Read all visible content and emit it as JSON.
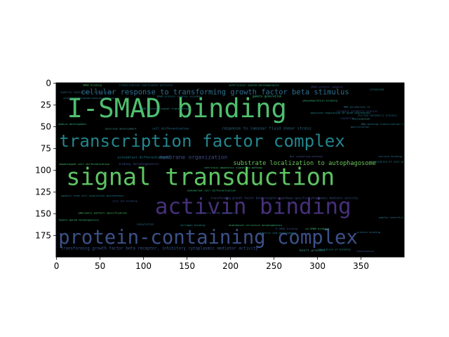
{
  "chart_data": {
    "type": "other",
    "xlim": [
      -0.5,
      399.5
    ],
    "ylim": [
      199.5,
      -0.5
    ],
    "x_ticks": [
      0,
      50,
      100,
      150,
      200,
      250,
      300,
      350
    ],
    "y_ticks": [
      0,
      25,
      50,
      75,
      100,
      125,
      150,
      175
    ],
    "x_tick_labels": [
      "0",
      "50",
      "100",
      "150",
      "200",
      "250",
      "300",
      "350"
    ],
    "y_tick_labels": [
      "0",
      "25",
      "50",
      "75",
      "100",
      "125",
      "150",
      "175"
    ],
    "background": "#000000",
    "words": [
      {
        "text": "I-SMAD binding",
        "x": 12,
        "y": 39,
        "size": 30,
        "color": "#4fbf6f"
      },
      {
        "text": "transcription factor complex",
        "x": 3,
        "y": 73,
        "size": 19.5,
        "color": "#23858d"
      },
      {
        "text": "signal transduction",
        "x": 11,
        "y": 117,
        "size": 27,
        "color": "#5dc463"
      },
      {
        "text": "activin binding",
        "x": 113,
        "y": 150,
        "size": 25,
        "color": "#46307a"
      },
      {
        "text": "protein-containing complex",
        "x": 2,
        "y": 184,
        "size": 22,
        "color": "#3c5189"
      },
      {
        "text": "cellular response to transforming growth factor beta stimulus",
        "x": 28,
        "y": 13,
        "size": 8.4,
        "color": "#2d6f8e"
      },
      {
        "text": "substrate localization to autophagosome",
        "x": 203,
        "y": 94,
        "size": 7,
        "color": "#6cc45c"
      },
      {
        "text": "membrane organization",
        "x": 118,
        "y": 87,
        "size": 6.2,
        "color": "#3b4b89"
      },
      {
        "text": "response to laminar fluid shear stress",
        "x": 190,
        "y": 53,
        "size": 4.5,
        "color": "#2c6f8d"
      },
      {
        "text": "kidney morphogenesis",
        "x": 72,
        "y": 94,
        "size": 3.8,
        "color": "#3e4a88"
      },
      {
        "text": "osteoblast differentiation",
        "x": 70,
        "y": 86,
        "size": 3.8,
        "color": "#277f8e"
      },
      {
        "text": "transforming growth factor beta receptor, inhibitory cytoplasmic mediator activity",
        "x": 5,
        "y": 191,
        "size": 4.6,
        "color": "#3a5589"
      },
      {
        "text": "heart process",
        "x": 279,
        "y": 193,
        "size": 3.8,
        "color": "#3b8f8b"
      },
      {
        "text": "SMAD protein complex",
        "x": 292,
        "y": 5,
        "size": 3.1,
        "color": "#3f4788"
      },
      {
        "text": "cell differentiation",
        "x": 110,
        "y": 53,
        "size": 3.5,
        "color": "#2c718e"
      },
      {
        "text": "gamete generation",
        "x": 225,
        "y": 16,
        "size": 3.3,
        "color": "#35b779"
      },
      {
        "text": "SMAD protein complex assembly",
        "x": 115,
        "y": 16,
        "size": 3,
        "color": "#287d8e"
      },
      {
        "text": "phosphoprotein binding",
        "x": 283,
        "y": 21,
        "size": 3,
        "color": "#3aba76"
      },
      {
        "text": "SMAD binding",
        "x": 30,
        "y": 3,
        "size": 3,
        "color": "#4ac16d"
      },
      {
        "text": "transcription coactivator activity",
        "x": 72,
        "y": 3,
        "size": 3,
        "color": "#2a788e"
      },
      {
        "text": "ventricular septum morphogenesis",
        "x": 198,
        "y": 3,
        "size": 3,
        "color": "#35b779"
      },
      {
        "text": "negative regulation of transcription",
        "x": 4,
        "y": 11,
        "size": 2.8,
        "color": "#2e6e8e"
      },
      {
        "text": "protein heterodimerization activity",
        "x": 8,
        "y": 18,
        "size": 2.8,
        "color": "#287d8e"
      },
      {
        "text": "SMAD protein signal transduction",
        "x": 96,
        "y": 30,
        "size": 3,
        "color": "#1f9a8a"
      },
      {
        "text": "RNA polymerase II",
        "x": 330,
        "y": 28,
        "size": 3,
        "color": "#2c718e"
      },
      {
        "text": "nucleoplasm",
        "x": 340,
        "y": 42,
        "size": 3,
        "color": "#3b8f8b"
      },
      {
        "text": "cytoplasm",
        "x": 360,
        "y": 8,
        "size": 3,
        "color": "#21908d"
      },
      {
        "text": "receptor catabolic process",
        "x": 322,
        "y": 33,
        "size": 3,
        "color": "#3b528b"
      },
      {
        "text": "steroid metabolic process",
        "x": 346,
        "y": 38,
        "size": 3,
        "color": "#2c718e"
      },
      {
        "text": "signaling",
        "x": 326,
        "y": 41,
        "size": 3,
        "color": "#3b528b"
      },
      {
        "text": "DNA-binding transcription repressor activity",
        "x": 350,
        "y": 48,
        "size": 3,
        "color": "#287d8e"
      },
      {
        "text": "positive regulation of gene expression",
        "x": 292,
        "y": 35,
        "size": 3,
        "color": "#21908d"
      },
      {
        "text": "gastrulation",
        "x": 338,
        "y": 51,
        "size": 3,
        "color": "#2c718e"
      },
      {
        "text": "embryo development",
        "x": 2,
        "y": 48,
        "size": 3,
        "color": "#31b57b"
      },
      {
        "text": "pancreas development",
        "x": 56,
        "y": 53,
        "size": 3,
        "color": "#3b8f8b"
      },
      {
        "text": "mesenchymal cell differentiation",
        "x": 3,
        "y": 94,
        "size": 3,
        "color": "#4ac16d"
      },
      {
        "text": "extrinsic apoptotic signaling pathway",
        "x": 170,
        "y": 98,
        "size": 3,
        "color": "#3fbc73"
      },
      {
        "text": "Wnt signaling pathway",
        "x": 268,
        "y": 85,
        "size": 3,
        "color": "#3b528b"
      },
      {
        "text": "activin binding",
        "x": 370,
        "y": 85,
        "size": 3,
        "color": "#2c718e"
      },
      {
        "text": "regulation of cell population proliferation",
        "x": 362,
        "y": 91,
        "size": 3,
        "color": "#21908d"
      },
      {
        "text": "endodermal cell differentiation",
        "x": 150,
        "y": 124,
        "size": 3,
        "color": "#35b779"
      },
      {
        "text": "transforming growth factor beta receptor, pathway-specific cytoplasmic mediator activity",
        "x": 177,
        "y": 133,
        "size": 3.2,
        "color": "#3b528b"
      },
      {
        "text": "somatic stem cell population maintenance",
        "x": 5,
        "y": 130,
        "size": 3,
        "color": "#287d8e"
      },
      {
        "text": "zinc ion binding",
        "x": 64,
        "y": 136,
        "size": 3,
        "color": "#3b528b"
      },
      {
        "text": "embryonic pattern specification",
        "x": 25,
        "y": 150,
        "size": 3,
        "color": "#4ac16d"
      },
      {
        "text": "primary miRNA processing",
        "x": 165,
        "y": 150,
        "size": 3,
        "color": "#3b528b"
      },
      {
        "text": "sumoylation",
        "x": 92,
        "y": 163,
        "size": 3,
        "color": "#2c718e"
      },
      {
        "text": "collagen binding",
        "x": 142,
        "y": 164,
        "size": 3,
        "color": "#21908d"
      },
      {
        "text": "anatomical structure morphogenesis",
        "x": 198,
        "y": 164,
        "size": 3,
        "color": "#35b779"
      },
      {
        "text": "R-SMAD binding",
        "x": 252,
        "y": 168,
        "size": 3,
        "color": "#3b528b"
      },
      {
        "text": "co-SMAD binding",
        "x": 286,
        "y": 168,
        "size": 3,
        "color": "#3fbc73"
      },
      {
        "text": "ureteric bud development",
        "x": 232,
        "y": 173,
        "size": 3,
        "color": "#287d8e"
      },
      {
        "text": "protein binding",
        "x": 345,
        "y": 172,
        "size": 3,
        "color": "#2c718e"
      },
      {
        "text": "neurulation",
        "x": 345,
        "y": 194,
        "size": 3,
        "color": "#3b528b"
      },
      {
        "text": "somite rostral/caudal axis specification",
        "x": 370,
        "y": 155,
        "size": 3,
        "color": "#287d8e"
      },
      {
        "text": "regulation of binding",
        "x": 300,
        "y": 192,
        "size": 3,
        "color": "#21908d"
      },
      {
        "text": "female gonad morphogenesis",
        "x": 2,
        "y": 158,
        "size": 3,
        "color": "#3fbc73"
      }
    ]
  }
}
